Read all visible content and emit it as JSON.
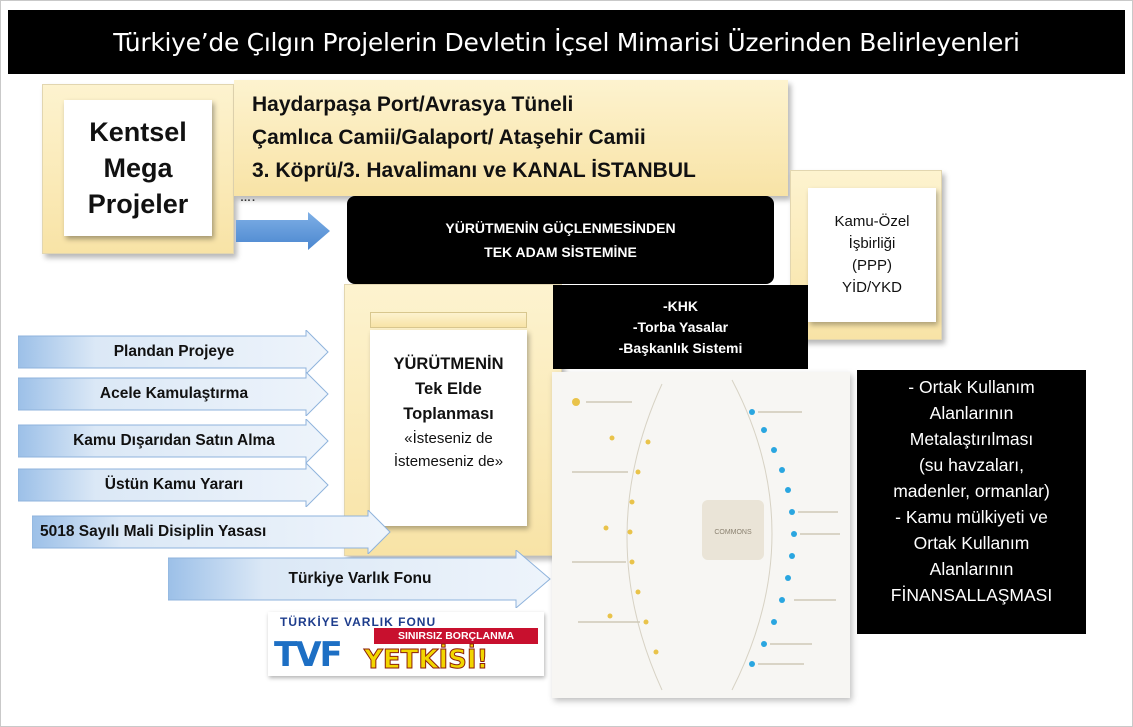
{
  "title": "Türkiye’de Çılgın Projelerin Devletin İçsel Mimarisi Üzerinden Belirleyenleri",
  "mega": {
    "lines": [
      "Kentsel",
      "Mega",
      "Projeler"
    ]
  },
  "projects": {
    "lines": [
      "Haydarpaşa Port/Avrasya Tüneli",
      "Çamlıca Camii/Galaport/ Ataşehir Camii",
      "3. Köprü/3. Havalimanı ve KANAL İSTANBUL"
    ],
    "ellipsis": "…."
  },
  "executive": {
    "lines": [
      "YÜRÜTMENİN  GÜÇLENMESİNDEN",
      "TEK ADAM  SİSTEMİNE"
    ]
  },
  "ppp": {
    "lines": [
      "Kamu-Özel",
      "İşbirliği",
      "(PPP)",
      "YİD/YKD"
    ]
  },
  "exec_card": {
    "bold": [
      "YÜRÜTMENİN",
      "Tek Elde",
      "Toplanması"
    ],
    "normal": [
      "«İsteseniz de",
      "İstemeseniz de»"
    ]
  },
  "khk": {
    "lines": [
      "-KHK",
      "-Torba Yasalar",
      "-Başkanlık Sistemi"
    ]
  },
  "arrows": [
    "Plandan Projeye",
    "Acele Kamulaştırma",
    "Kamu Dışarıdan Satın Alma",
    "Üstün Kamu Yararı",
    "5018 Sayılı Mali Disiplin Yasası",
    "Türkiye Varlık Fonu"
  ],
  "commons": {
    "lines": [
      "- Ortak Kullanım",
      "Alanlarının",
      "Metalaştırılması",
      "(su havzaları,",
      "madenler, ormanlar)",
      "- Kamu mülkiyeti ve",
      "Ortak Kullanım",
      "Alanlarının",
      "FİNANSALLAŞMASI"
    ]
  },
  "mindmap": {
    "center_label": "COMMONS"
  },
  "tvf_logo": {
    "small_text": "TÜRKİYE VARLIK FONU",
    "letters": "TVF",
    "red_banner": "SINIRSIZ BORÇLANMA",
    "yellow_text": "YETKİSİ!"
  },
  "colors": {
    "title_bg": "#000000",
    "panel_yellow": "#f8e3a6",
    "arrow_blue": "#cfe0f3",
    "arrow_edge": "#5b8fcf"
  }
}
